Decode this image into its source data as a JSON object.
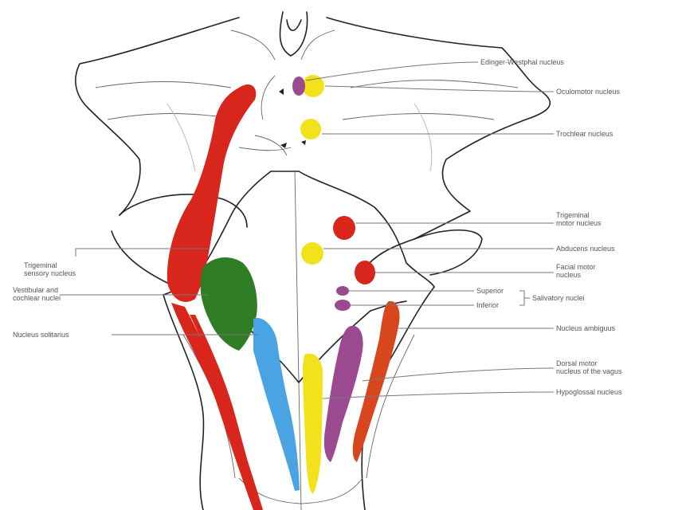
{
  "colors": {
    "motor_red": "#d9261c",
    "sensory_green": "#2f7d24",
    "vestibular_blue": "#4aa3e3",
    "somatic_yellow": "#f2e21b",
    "parasympathetic_purple": "#9b4a92",
    "orange_red": "#d8461e",
    "outline": "#222222"
  },
  "labels": {
    "right": [
      {
        "id": "edinger",
        "lines": [
          "Edinger-Westphal nucleus"
        ]
      },
      {
        "id": "oculomotor",
        "lines": [
          "Oculomotor nucleus"
        ]
      },
      {
        "id": "trochlear",
        "lines": [
          "Trochlear nucleus"
        ]
      },
      {
        "id": "trigeminal-motor",
        "lines": [
          "Trigeminal",
          "motor nucleus"
        ]
      },
      {
        "id": "abducens",
        "lines": [
          "Abducens nucleus"
        ]
      },
      {
        "id": "facial-motor",
        "lines": [
          "Facial motor",
          "nucleus"
        ]
      },
      {
        "id": "superior",
        "lines": [
          "Superior"
        ]
      },
      {
        "id": "inferior",
        "lines": [
          "Inferior"
        ]
      },
      {
        "id": "salivatory",
        "lines": [
          "Salivatory nuclei"
        ]
      },
      {
        "id": "ambiguus",
        "lines": [
          "Nucleus ambiguus"
        ]
      },
      {
        "id": "dorsal-vagus",
        "lines": [
          "Dorsal motor",
          "nucleus of the vagus"
        ]
      },
      {
        "id": "hypoglossal",
        "lines": [
          "Hypoglossal nucleus"
        ]
      }
    ],
    "left": [
      {
        "id": "trigeminal-sensory",
        "lines": [
          "Trigeminal",
          "sensory nucleus"
        ]
      },
      {
        "id": "vestibular-cochlear",
        "lines": [
          "Vestibular and",
          "cochlear nuclei"
        ]
      },
      {
        "id": "solitarius",
        "lines": [
          "Nucleus solitarius"
        ]
      }
    ]
  }
}
